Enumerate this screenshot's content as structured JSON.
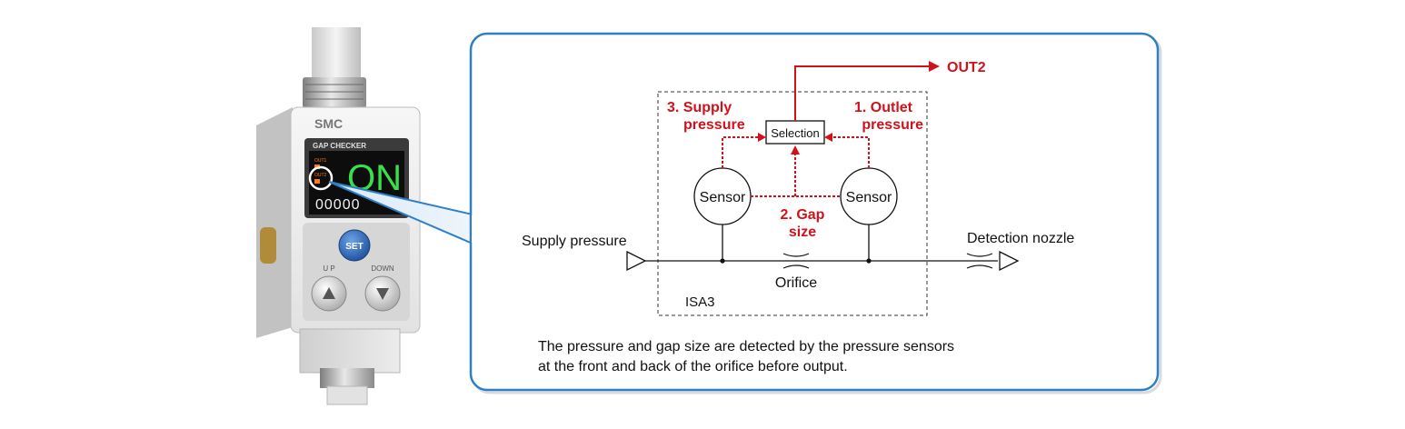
{
  "device": {
    "brand": "SMC",
    "model_label": "GAP CHECKER",
    "display_main": "ON",
    "display_sub": "00000",
    "out1_label": "OUT1",
    "out2_label": "OUT2",
    "set_button": "SET",
    "up_label": "U P",
    "down_label": "DOWN"
  },
  "diagram": {
    "out2": "OUT2",
    "selection": "Selection",
    "supply_pressure_label_line1": "3. Supply",
    "supply_pressure_label_line2": "pressure",
    "outlet_pressure_label_line1": "1. Outlet",
    "outlet_pressure_label_line2": "pressure",
    "gap_size_label_line1": "2. Gap",
    "gap_size_label_line2": "size",
    "sensor_left": "Sensor",
    "sensor_right": "Sensor",
    "supply_pressure": "Supply pressure",
    "detection_nozzle": "Detection nozzle",
    "orifice": "Orifice",
    "unit": "ISA3"
  },
  "caption": {
    "line1": "The pressure and gap size are detected by the pressure sensors",
    "line2": "at the front and back of the orifice before output."
  },
  "colors": {
    "signal_red": "#d0121b",
    "frame_blue": "#2f7fc7",
    "display_green": "#39e04a",
    "button_blue": "#2f6fc0"
  }
}
